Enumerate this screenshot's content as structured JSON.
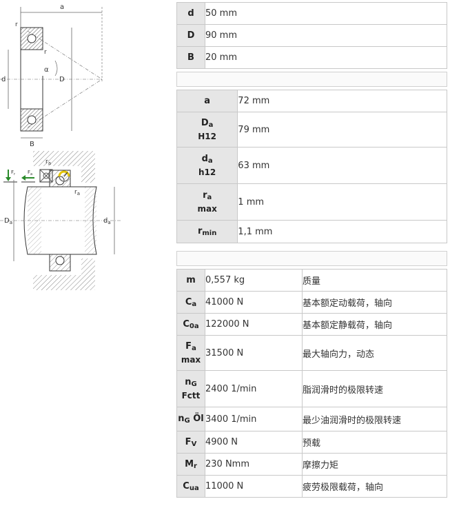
{
  "dims_table": [
    {
      "key": "d",
      "value": "50 mm"
    },
    {
      "key": "D",
      "value": "90 mm"
    },
    {
      "key": "B",
      "value": "20 mm"
    }
  ],
  "mounting_table": {
    "a": {
      "key": "a",
      "value": "72 mm"
    },
    "Da": {
      "key_main": "D",
      "key_sub": "a",
      "key_line2": "H12",
      "value": "79 mm"
    },
    "da": {
      "key_main": "d",
      "key_sub": "a",
      "key_line2": "h12",
      "value": "63 mm"
    },
    "ra": {
      "key_main": "r",
      "key_sub": "a",
      "key_line2": "max",
      "value": "1 mm"
    },
    "rmin": {
      "key_main": "r",
      "key_sub": "min",
      "value": "1,1 mm"
    }
  },
  "props_table": {
    "m": {
      "key": "m",
      "value": "0,557 kg",
      "desc": "质量"
    },
    "Ca": {
      "key_main": "C",
      "key_sub": "a",
      "value": "41000 N",
      "desc": "基本额定动载荷，轴向"
    },
    "C0a": {
      "key_main": "C",
      "key_sub": "0a",
      "value": "122000 N",
      "desc": "基本额定静载荷，轴向"
    },
    "Fa": {
      "key_main": "F",
      "key_sub": "a",
      "key_line2": "max",
      "value": "31500 N",
      "desc": "最大轴向力，动态"
    },
    "nG": {
      "key_main": "n",
      "key_sub": "G",
      "key_line2": "Fctt",
      "value": "2400 1/min",
      "desc": "脂润滑时的极限转速"
    },
    "nGOil": {
      "key_main": "n",
      "key_sub": "G",
      "key_after": " Öl",
      "value": "3400 1/min",
      "desc": "最少油润滑时的极限转速"
    },
    "Fv": {
      "key_main": "F",
      "key_sub": "V",
      "value": "4900 N",
      "desc": "预载"
    },
    "Mr": {
      "key_main": "M",
      "key_sub": "r",
      "value": "230 Nmm",
      "desc": "摩擦力矩"
    },
    "Cua": {
      "key_main": "C",
      "key_sub": "ua",
      "value": "11000 N",
      "desc": "疲劳极限载荷，轴向"
    }
  },
  "diagram_labels": {
    "a": "a",
    "r1": "r",
    "r2": "r",
    "alpha": "α",
    "d": "d",
    "D": "D",
    "B": "B",
    "ra1": "r",
    "ra1_sub": "a",
    "ra2": "r",
    "ra2_sub": "a",
    "Da": "D",
    "Da_sub": "a",
    "da": "d",
    "da_sub": "a",
    "Fr": "F",
    "Fr_sub": "r",
    "Fa": "F",
    "Fa_sub": "a"
  }
}
